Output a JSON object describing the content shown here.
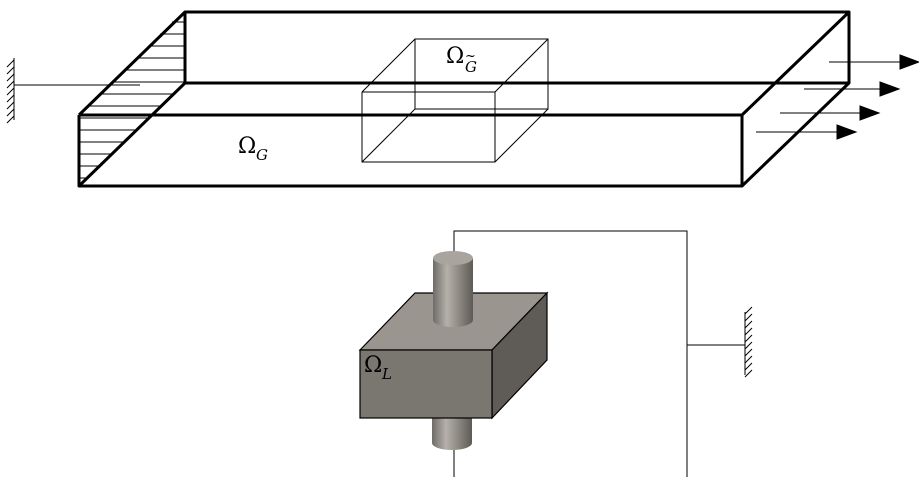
{
  "labels": {
    "omega_symbol": "Ω",
    "global_subscript": "G",
    "global_tilde_subscript": "G",
    "tilde_mark": "~",
    "local_subscript": "L"
  },
  "colors": {
    "line": "#000000",
    "block_front": "#7a7670",
    "block_top": "#9a968f",
    "block_side": "#5f5b56",
    "cylinder": "#8e8a84"
  }
}
